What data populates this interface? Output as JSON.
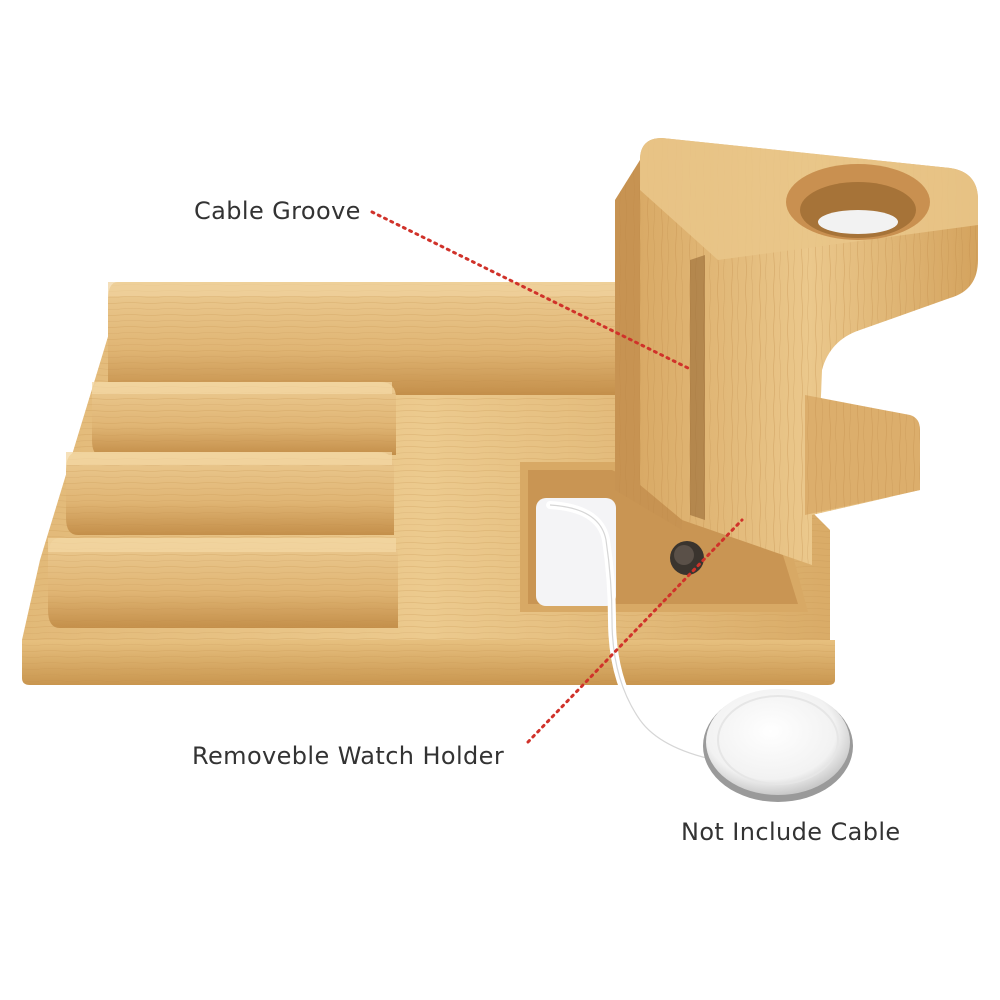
{
  "annotations": {
    "cable_groove": "Cable Groove",
    "removeable_watch_holder": "Removeble Watch Holder",
    "not_include_cable": "Not Include Cable"
  },
  "colors": {
    "label_text": "#333333",
    "leader_line": "#d0322a",
    "bamboo_light": "#e8c486",
    "bamboo_mid": "#d9ad6a",
    "bamboo_dark": "#b98a49",
    "background": "#ffffff"
  },
  "objects": [
    "bamboo-charging-base",
    "phone-slots",
    "watch-stand",
    "charging-cable",
    "watch-charger-puck"
  ]
}
